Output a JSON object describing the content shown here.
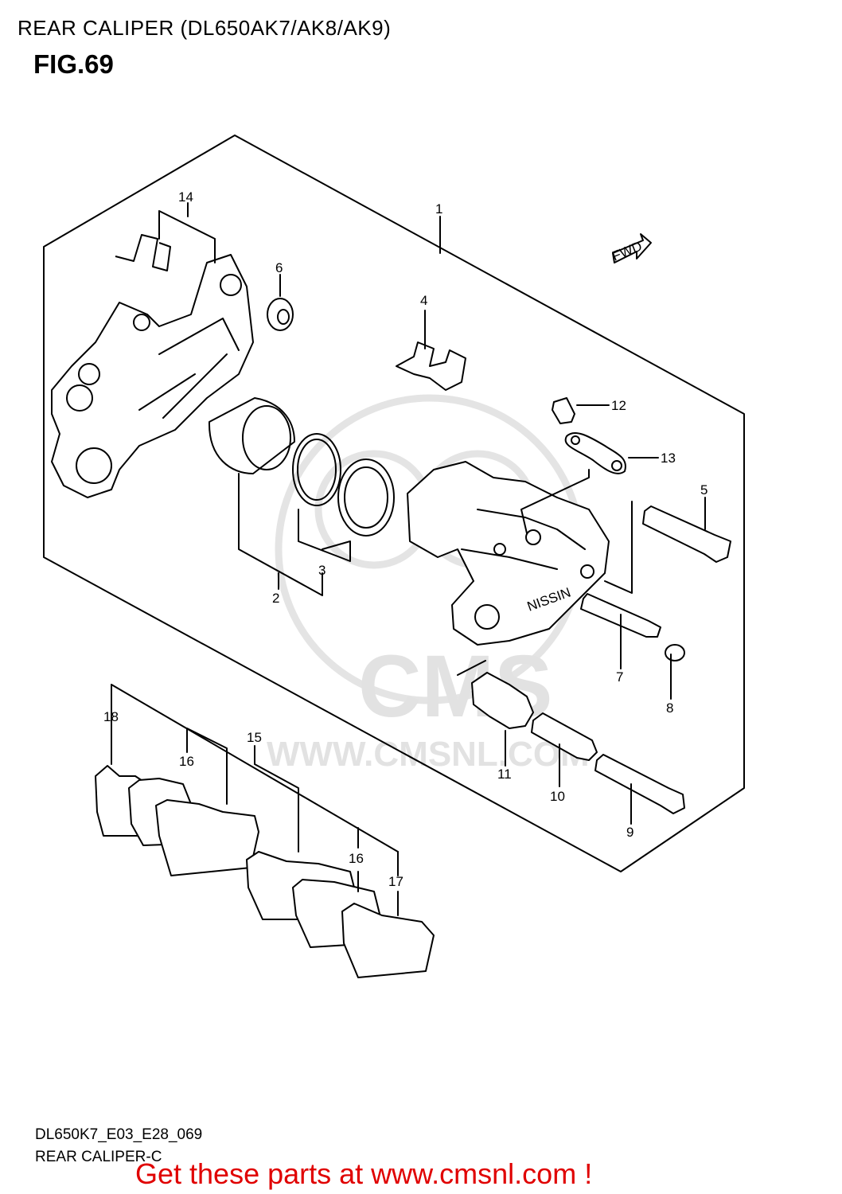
{
  "header": {
    "title": "REAR CALIPER (DL650AK7/AK8/AK9)",
    "figure": "FIG.69"
  },
  "footer": {
    "code": "DL650K7_E03_E28_069",
    "subtitle": "REAR CALIPER-C",
    "promo": "Get these parts at www.cmsnl.com !"
  },
  "diagram": {
    "fwd_label": "FWD",
    "caliper_mark": "NISSIN",
    "watermark_logo": "CMS",
    "watermark_url": "WWW.CMSNL.COM",
    "callouts": [
      "1",
      "2",
      "3",
      "4",
      "5",
      "6",
      "7",
      "8",
      "9",
      "10",
      "11",
      "12",
      "13",
      "14",
      "15",
      "16",
      "16",
      "17",
      "18"
    ]
  },
  "colors": {
    "promo": "#e00000",
    "lines": "#000000",
    "watermark": "#e2e2e2"
  }
}
